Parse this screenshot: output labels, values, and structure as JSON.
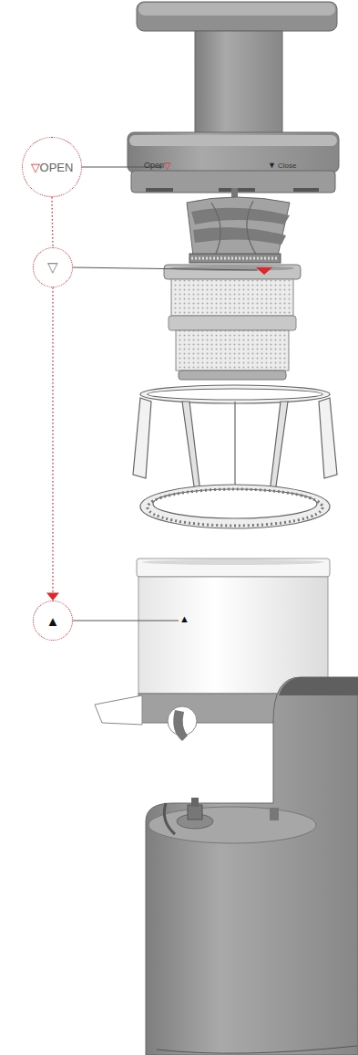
{
  "diagram": {
    "nodes": [
      {
        "text": [
          "▽",
          "OPEN"
        ]
      },
      {
        "text": [
          "▽"
        ]
      },
      {
        "text": [
          "▲"
        ]
      }
    ],
    "edges": [
      {
        "from": 0,
        "to": 1,
        "arrow": "none"
      },
      {
        "from": 1,
        "to": 2,
        "arrow": "to"
      }
    ],
    "labels": [
      "Open",
      "▽",
      "▼",
      "Close",
      "▲"
    ]
  }
}
